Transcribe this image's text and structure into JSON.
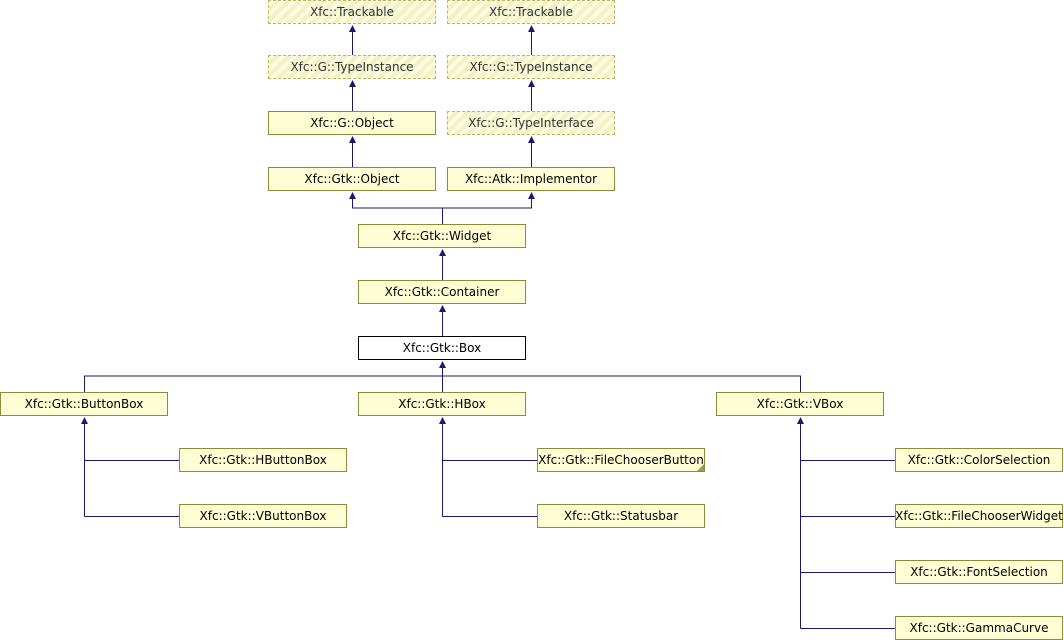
{
  "colors": {
    "edge": "#191970",
    "node_fill": "#fefed5",
    "node_border": "#8b8b3a",
    "current_fill": "#ffffff"
  },
  "nodes": {
    "trackable_1": {
      "label": "Xfc::Trackable"
    },
    "trackable_2": {
      "label": "Xfc::Trackable"
    },
    "typeinstance_1": {
      "label": "Xfc::G::TypeInstance"
    },
    "typeinstance_2": {
      "label": "Xfc::G::TypeInstance"
    },
    "g_object": {
      "label": "Xfc::G::Object"
    },
    "typeinterface": {
      "label": "Xfc::G::TypeInterface"
    },
    "gtk_object": {
      "label": "Xfc::Gtk::Object"
    },
    "atk_implementor": {
      "label": "Xfc::Atk::Implementor"
    },
    "widget": {
      "label": "Xfc::Gtk::Widget"
    },
    "container": {
      "label": "Xfc::Gtk::Container"
    },
    "box": {
      "label": "Xfc::Gtk::Box"
    },
    "buttonbox": {
      "label": "Xfc::Gtk::ButtonBox"
    },
    "hbox": {
      "label": "Xfc::Gtk::HBox"
    },
    "vbox": {
      "label": "Xfc::Gtk::VBox"
    },
    "hbuttonbox": {
      "label": "Xfc::Gtk::HButtonBox"
    },
    "vbuttonbox": {
      "label": "Xfc::Gtk::VButtonBox"
    },
    "filechooserbutton": {
      "label": "Xfc::Gtk::FileChooserButton"
    },
    "statusbar": {
      "label": "Xfc::Gtk::Statusbar"
    },
    "colorselection": {
      "label": "Xfc::Gtk::ColorSelection"
    },
    "filechooserwidget": {
      "label": "Xfc::Gtk::FileChooserWidget"
    },
    "fontselection": {
      "label": "Xfc::Gtk::FontSelection"
    },
    "gammacurve": {
      "label": "Xfc::Gtk::GammaCurve"
    }
  }
}
